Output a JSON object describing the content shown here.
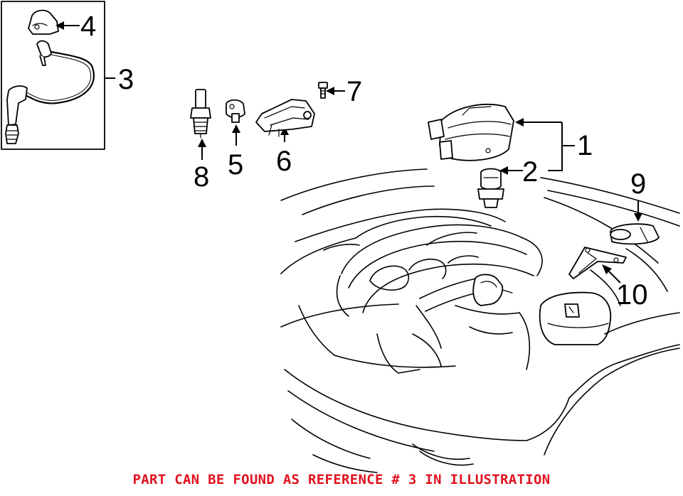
{
  "callouts": {
    "c1": "1",
    "c2": "2",
    "c3": "3",
    "c4": "4",
    "c5": "5",
    "c6": "6",
    "c7": "7",
    "c8": "8",
    "c9": "9",
    "c10": "10"
  },
  "caption": "PART CAN BE FOUND AS REFERENCE # 3 IN ILLUSTRATION",
  "colors": {
    "caption": "#e0121f",
    "lines": "#000000",
    "background": "#ffffff"
  },
  "icons": [
    "spark-plug-wire",
    "wire-boot",
    "spark-plug",
    "sensor",
    "bracket",
    "bolt",
    "ignition-coil",
    "knock-sensor",
    "air-duct",
    "support-bracket",
    "engine-outline"
  ]
}
